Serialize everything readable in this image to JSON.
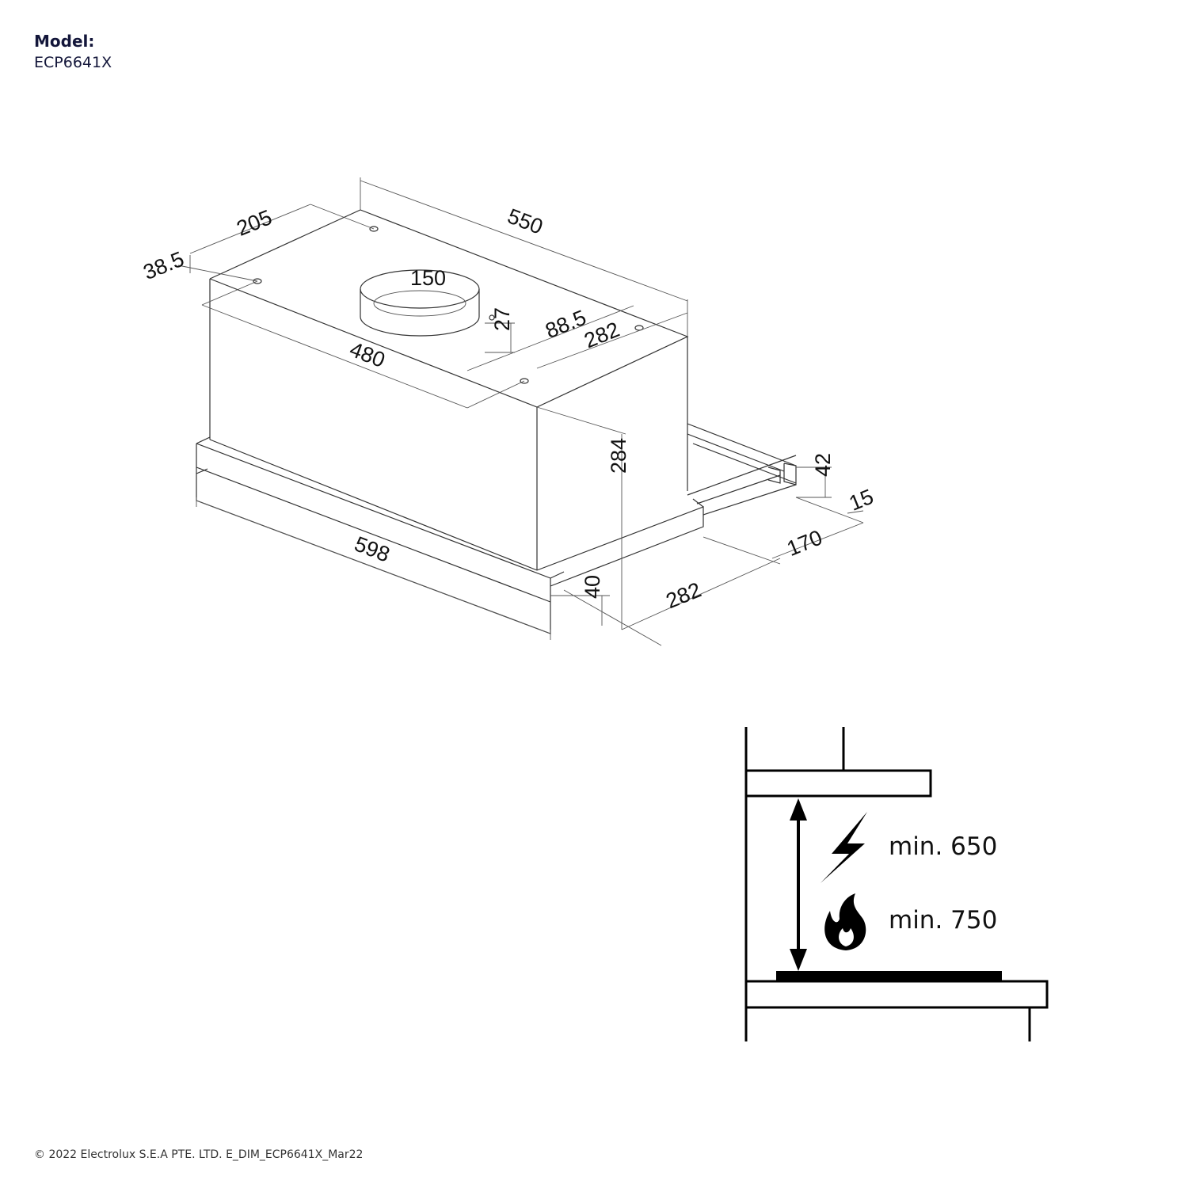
{
  "header": {
    "model_label": "Model:",
    "model_code": "ECP6641X"
  },
  "dimensions": {
    "d550": "550",
    "d205": "205",
    "d38_5": "38.5",
    "d150": "150",
    "d88_5": "88.5",
    "d282_top": "282",
    "d27": "27",
    "d480": "480",
    "d284": "284",
    "d598": "598",
    "d40": "40",
    "d282_bottom": "282",
    "d170": "170",
    "d42": "42",
    "d15": "15"
  },
  "installation": {
    "electric_min": "min. 650",
    "gas_min": "min. 750"
  },
  "footer": {
    "copyright": "© 2022 Electrolux S.E.A PTE. LTD. E_DIM_ECP6641X_Mar22"
  }
}
